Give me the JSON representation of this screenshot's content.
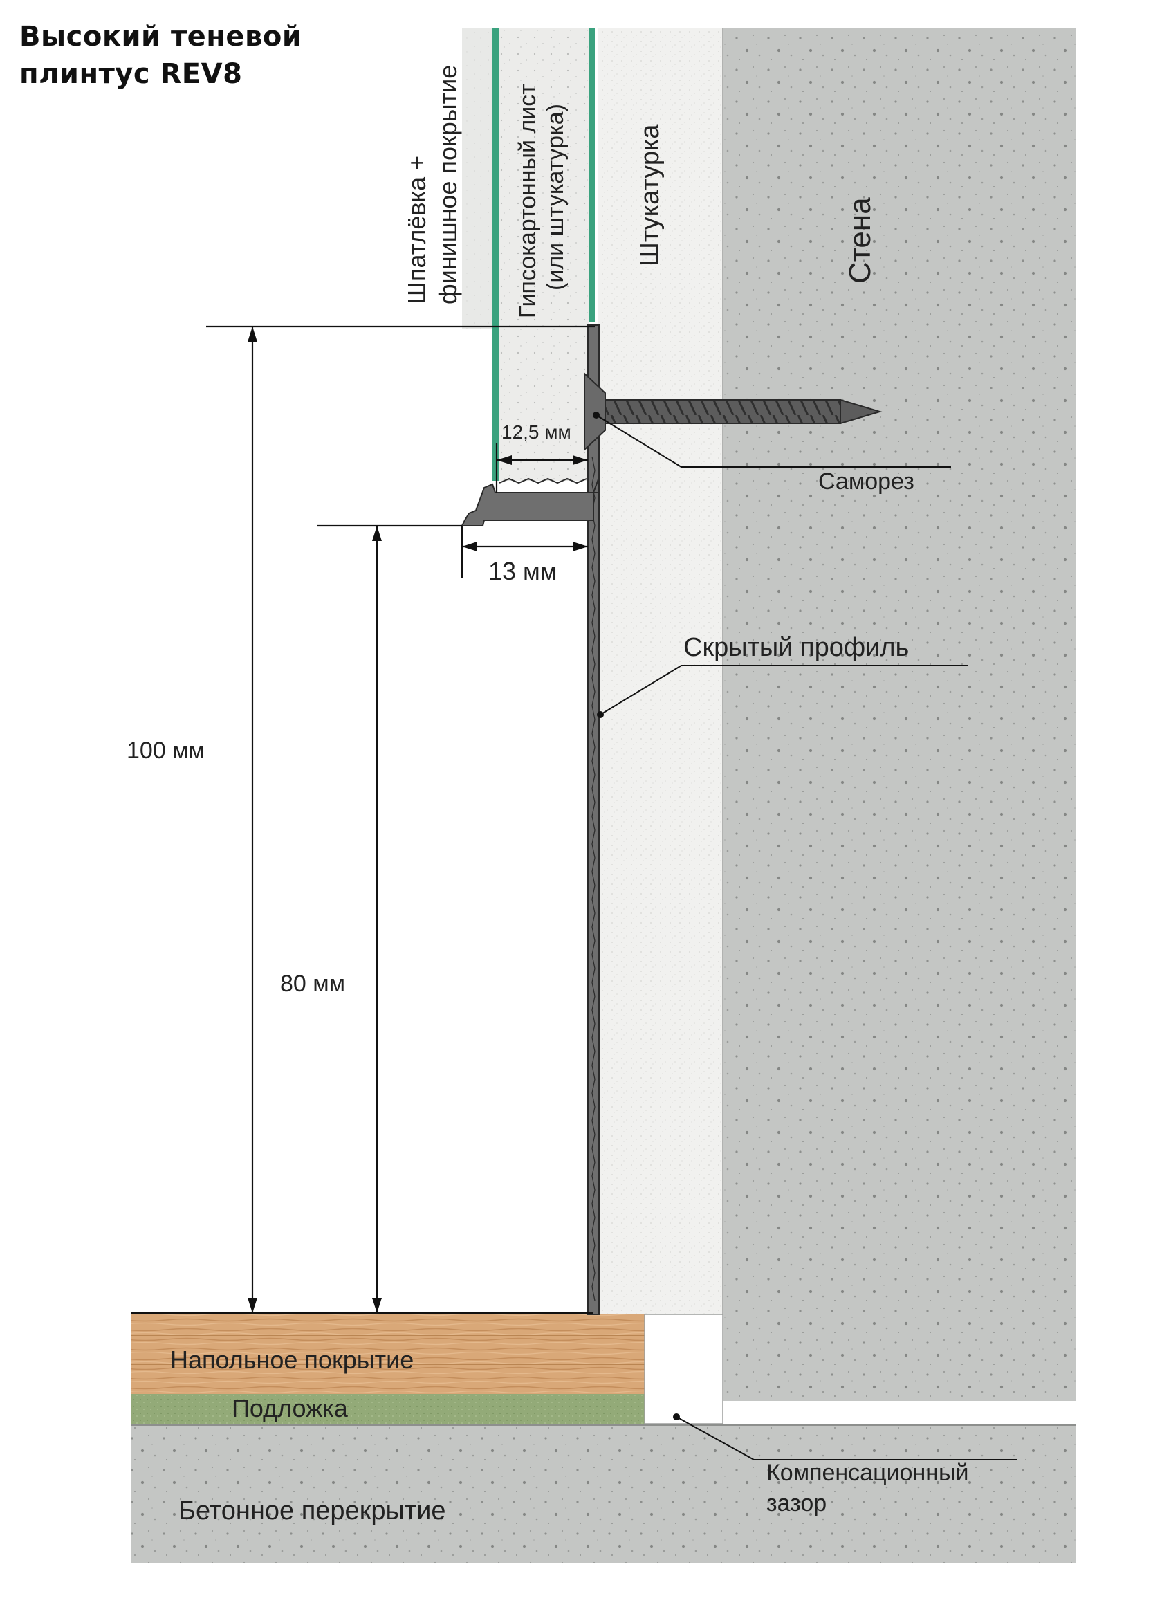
{
  "title": {
    "line1": "Высокий теневой",
    "line2": "плинтус REV8"
  },
  "layers": {
    "putty_line1": "Шпатлёвка +",
    "putty_line2": "финишное покрытие",
    "drywall_line1": "Гипсокартонный лист",
    "drywall_line2": "(или штукатурка)",
    "plaster": "Штукатурка",
    "wall": "Стена",
    "flooring": "Напольное покрытие",
    "underlay": "Подложка",
    "slab": "Бетонное перекрытие"
  },
  "callouts": {
    "screw": "Саморез",
    "hidden_profile": "Скрытый профиль",
    "gap_line1": "Компенсационный",
    "gap_line2": "зазор"
  },
  "dimensions": {
    "drywall_thickness": "12,5 мм",
    "reveal_depth": "13 мм",
    "total_height": "100 мм",
    "reveal_height": "80 мм"
  },
  "colors": {
    "concrete": "#c4c6c4",
    "plaster": "#f1f1ef",
    "drywall_edge": "#3aa27e",
    "profile": "#6f6f6f",
    "wood": "#d9a878",
    "underlay": "#93aa78"
  }
}
